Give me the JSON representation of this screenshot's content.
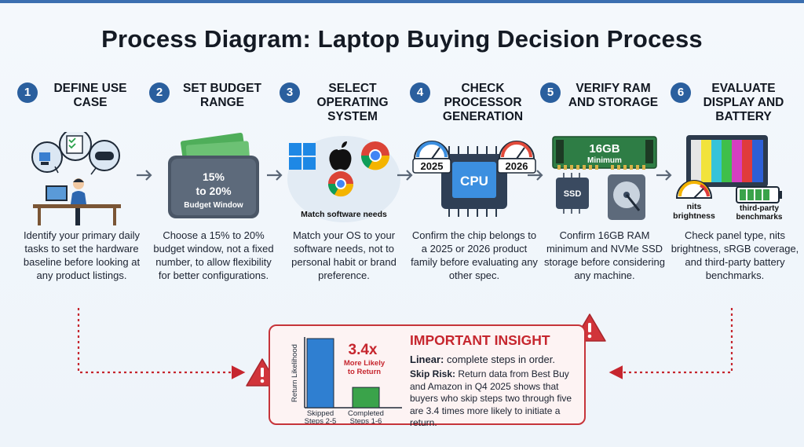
{
  "title": "Process Diagram: Laptop Buying Decision Process",
  "colors": {
    "accent": "#2a5f9e",
    "alert": "#c6262e",
    "bar_skipped": "#2f7fd1",
    "bar_completed": "#3aa34a"
  },
  "steps": [
    {
      "number": "1",
      "title": "DEFINE USE CASE",
      "icon": "person-at-desk-icon",
      "description": "Identify your primary daily tasks to set the hardware baseline before looking at any product listings."
    },
    {
      "number": "2",
      "title": "SET BUDGET RANGE",
      "icon": "wallet-icon",
      "illustration": {
        "line1": "15%",
        "line2": "to 20%",
        "line3": "Budget Window"
      },
      "description": "Choose a 15% to 20% budget window, not a fixed number, to allow flexibility for better configurations."
    },
    {
      "number": "3",
      "title": "SELECT OPERATING SYSTEM",
      "icon": "os-logos-icon",
      "illustration": {
        "caption": "Match software needs"
      },
      "description": "Match your OS to your software needs, not to personal habit or brand preference."
    },
    {
      "number": "4",
      "title": "CHECK PROCESSOR GENERATION",
      "icon": "cpu-chip-icon",
      "illustration": {
        "chip": "CPU",
        "gauge_left": "2025",
        "gauge_right": "2026"
      },
      "description": "Confirm the chip belongs to a 2025 or 2026 product family before evaluating any other spec."
    },
    {
      "number": "5",
      "title": "VERIFY RAM AND STORAGE",
      "icon": "ram-ssd-icon",
      "illustration": {
        "ram_line1": "16GB",
        "ram_line2": "Minimum",
        "ssd": "SSD"
      },
      "description": "Confirm 16GB RAM minimum and NVMe SSD storage before considering any machine."
    },
    {
      "number": "6",
      "title": "EVALUATE DISPLAY AND BATTERY",
      "icon": "display-battery-icon",
      "illustration": {
        "gauge_label": "nits brightness",
        "battery_label": "third-party benchmarks"
      },
      "description": "Check panel type, nits brightness, sRGB coverage, and third-party battery benchmarks."
    }
  ],
  "insight": {
    "heading": "IMPORTANT INSIGHT",
    "linear_label": "Linear:",
    "linear_text": "complete steps in order.",
    "skip_label": "Skip Risk:",
    "skip_text": "Return data from Best Buy and Amazon in Q4 2025 shows that buyers who skip steps two through five are 3.4 times more likely to initiate a return."
  },
  "chart_data": {
    "type": "bar",
    "ylabel": "Return Likelihood",
    "categories": [
      "Skipped Steps 2-5",
      "Completed Steps 1-6"
    ],
    "values": [
      3.4,
      1.0
    ],
    "annotation_value": "3.4x",
    "annotation_text": "More Likely to Return"
  }
}
